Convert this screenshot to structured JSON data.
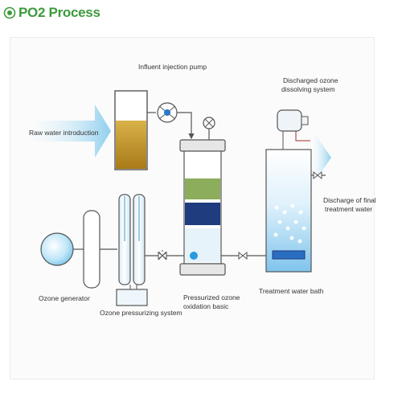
{
  "title": "PO2 Process",
  "labels": {
    "raw_water": "Raw water introduction",
    "influent_pump": "Influent injection pump",
    "discharged_ozone_line1": "Discharged ozone",
    "discharged_ozone_line2": "dissolving system",
    "discharge_final_line1": "Discharge of final",
    "discharge_final_line2": "treatment water",
    "ozone_generator": "Ozone generator",
    "ozone_pressurizing": "Ozone pressurizing system",
    "pressurized_line1": "Pressurized ozone",
    "pressurized_line2": "oxidation basic",
    "treatment_bath": "Treatment water bath"
  },
  "colors": {
    "title_green": "#3c9a3c",
    "arrow_blue": "#9fd6f0",
    "water_brown": "#c9a030",
    "media_green": "#8cae5c",
    "media_navy": "#1e3c7e",
    "water_blue": "#2a78c8",
    "pipe": "#555555"
  }
}
